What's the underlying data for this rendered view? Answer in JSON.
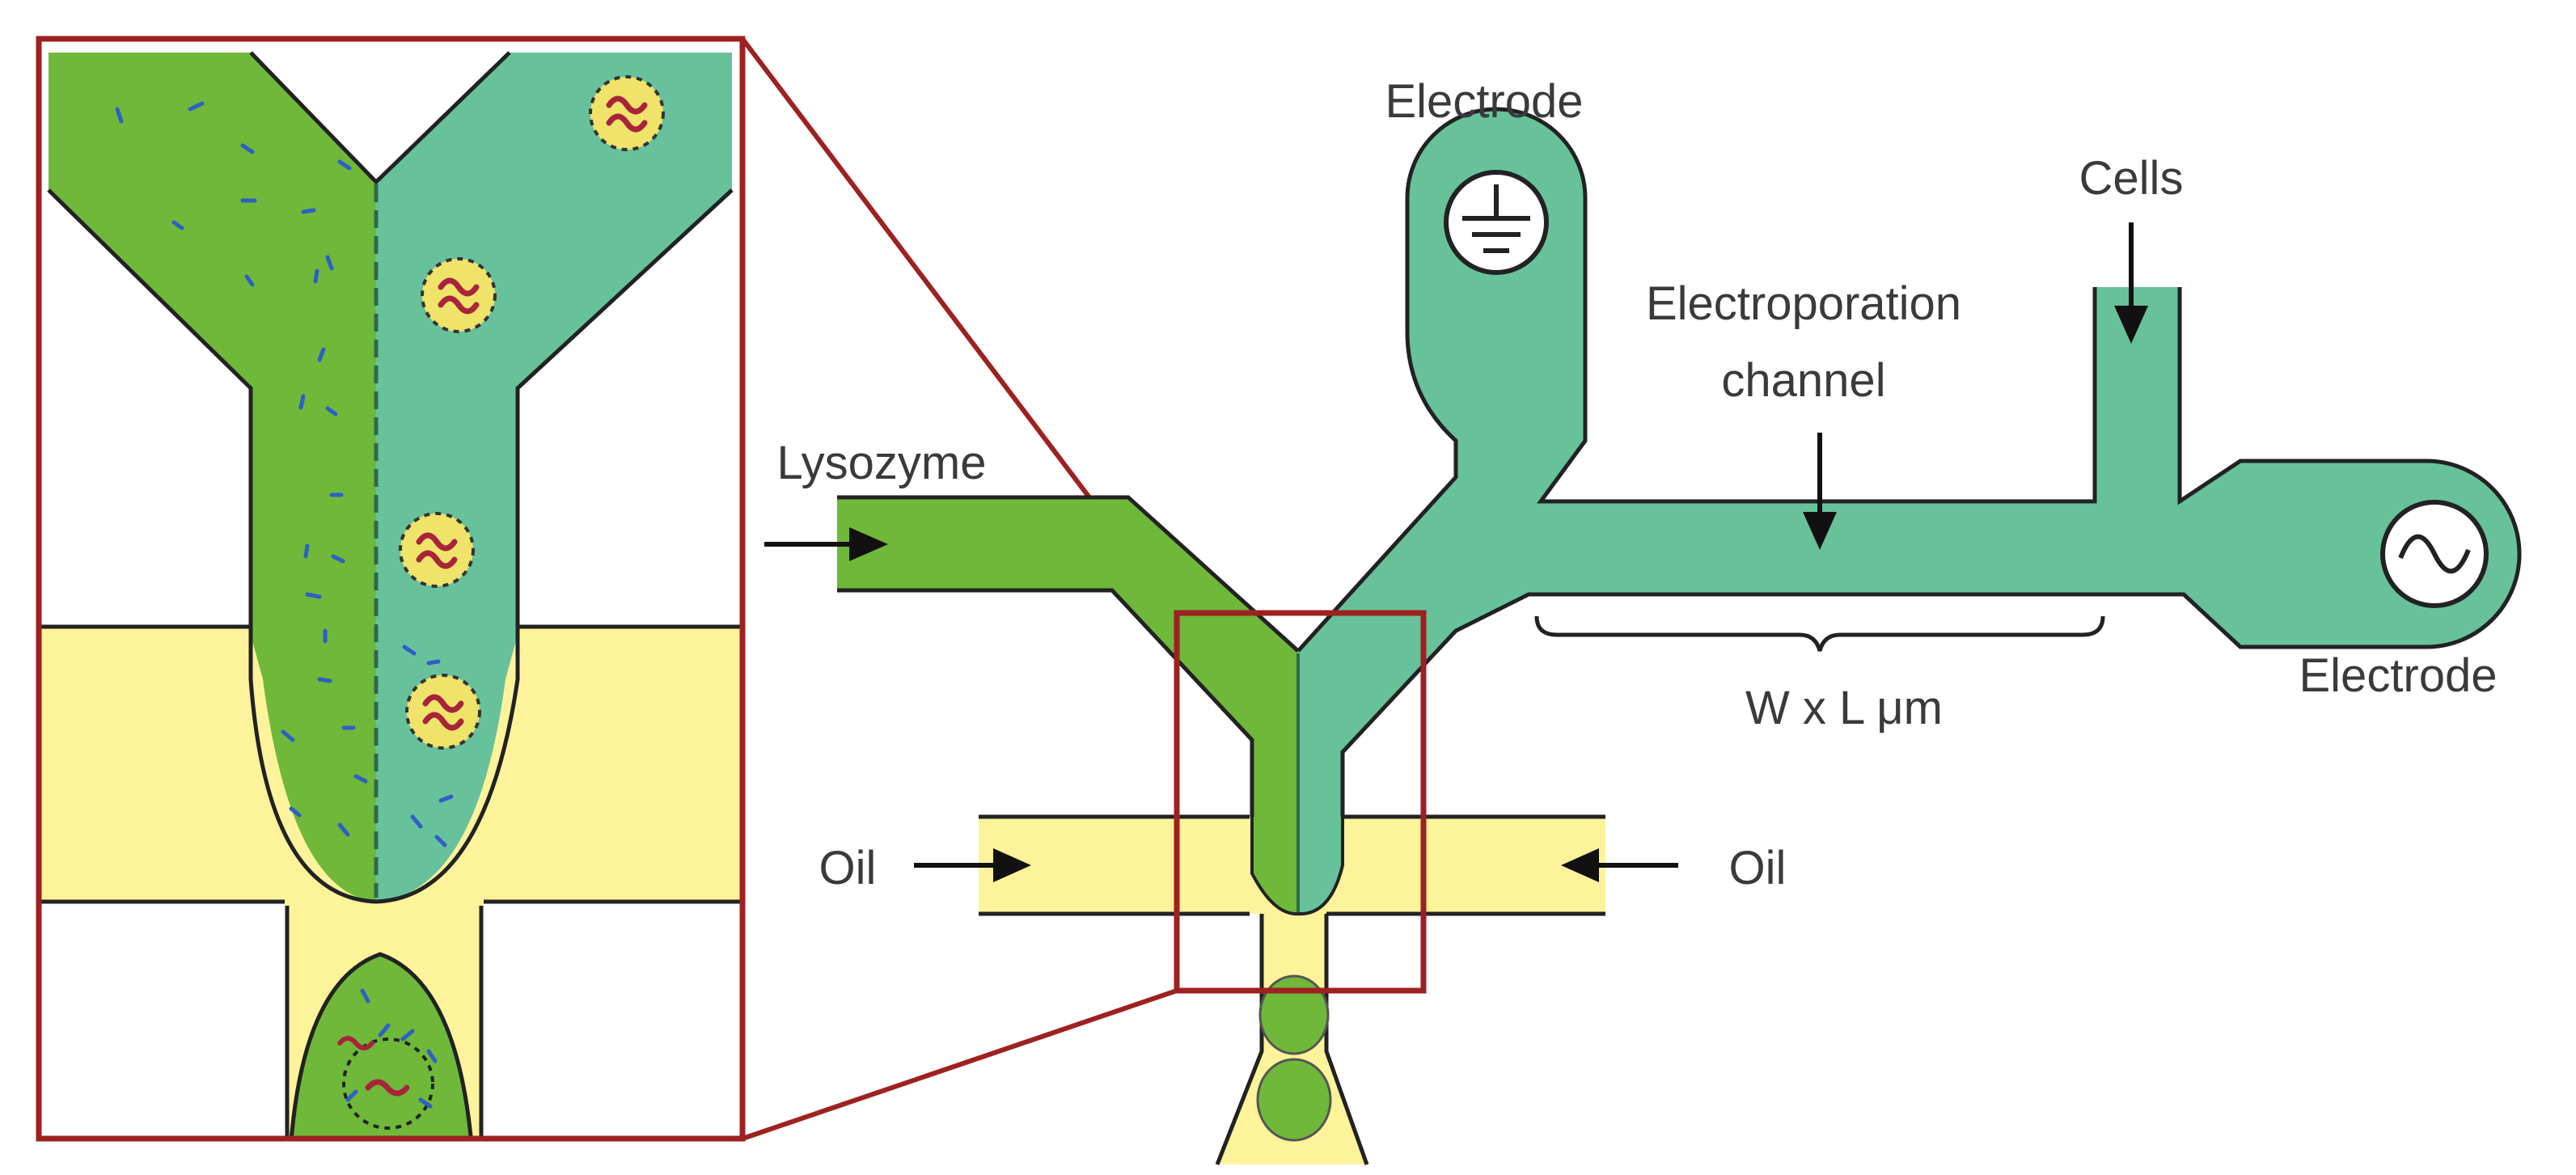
{
  "labels": {
    "electrode_top": "Electrode",
    "electrode_right": "Electrode",
    "cells": "Cells",
    "electroporation_line1": "Electroporation",
    "electroporation_line2": "channel",
    "lysozyme": "Lysozyme",
    "oil_left": "Oil",
    "oil_right": "Oil",
    "dimension": "W x L μm"
  },
  "colors": {
    "lysozyme_stream": "#6fb83a",
    "cell_stream": "#67c29c",
    "oil": "#fdf39a",
    "zoom_frame": "#9e2121",
    "outline": "#222222",
    "enzyme_marks": "#2f5fc4",
    "cell_marks": "#a8243a"
  },
  "icons": {
    "ground_electrode": "ground-symbol-icon",
    "ac_electrode": "ac-source-icon"
  }
}
